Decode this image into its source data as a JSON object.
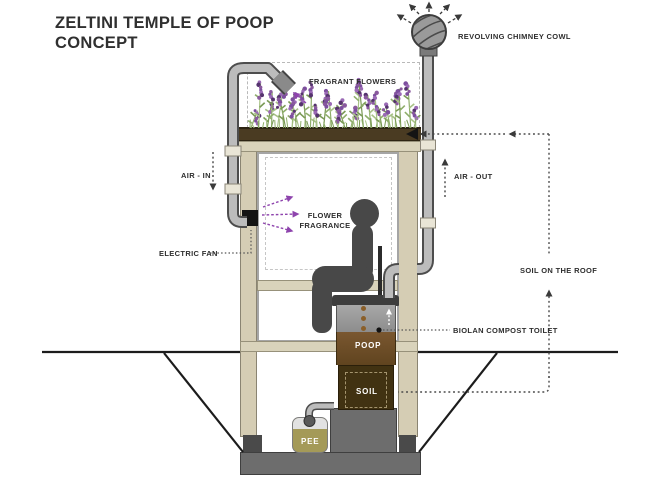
{
  "title": {
    "line1": "ZELTINI TEMPLE OF POOP",
    "line2": "CONCEPT"
  },
  "labels": {
    "chimney": "REVOLVING CHIMNEY COWL",
    "flowers": "FRAGRANT FLOWERS",
    "air_in": "AIR - IN",
    "air_out": "AIR - OUT",
    "fragrance": "FLOWER FRAGRANCE",
    "fan": "ELECTRIC FAN",
    "soil_roof": "SOIL ON THE ROOF",
    "toilet": "BIOLAN COMPOST TOILET",
    "poop": "POOP",
    "soil": "SOIL",
    "pee": "PEE"
  },
  "colors": {
    "frame_tan": "#d5cdb4",
    "roof_soil_brown": "#4a3b22",
    "poop_brown": "#6d4e26",
    "soil_dark": "#413212",
    "pee_olive": "#a49a58",
    "pipe_gray": "#bcbcbc",
    "dark_gray": "#6d6d6d",
    "person_gray": "#484848",
    "fragrance_purple": "#8e44ad",
    "flower_purple": "#7d4f9e",
    "flower_green": "#8fae6b",
    "line_dark": "#3a3a3a"
  }
}
